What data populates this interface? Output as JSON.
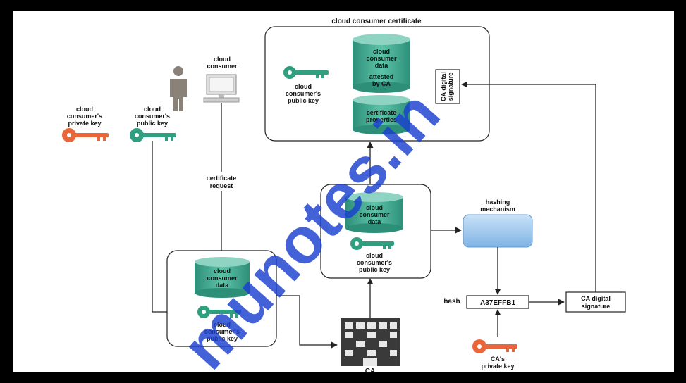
{
  "certificate": {
    "title": "cloud consumer certificate",
    "consumer_data": [
      "cloud",
      "consumer",
      "data"
    ],
    "attested": [
      "attested",
      "by CA"
    ],
    "public_key": [
      "cloud",
      "consumer's",
      "public key"
    ],
    "properties": [
      "certificate",
      "properties"
    ],
    "signature_rotated": [
      "CA digital",
      "signature"
    ]
  },
  "left": {
    "private_key": [
      "cloud",
      "consumer's",
      "private key"
    ],
    "public_key": [
      "cloud",
      "consumer's",
      "public key"
    ],
    "consumer": [
      "cloud",
      "consumer"
    ],
    "request": [
      "certificate",
      "request"
    ]
  },
  "bottom_box": {
    "data": [
      "cloud",
      "consumer",
      "data"
    ],
    "public_key": [
      "cloud",
      "consumer's",
      "public key"
    ]
  },
  "middle_box": {
    "data": [
      "cloud",
      "consumer",
      "data"
    ],
    "public_key": [
      "cloud",
      "consumer's",
      "public key"
    ]
  },
  "hashing": {
    "title": [
      "hashing",
      "mechanism"
    ],
    "hash_label": "hash",
    "hash_value": "A37EFFB1",
    "signature": [
      "CA digital",
      "signature"
    ],
    "ca_private_key": [
      "CA's",
      "private key"
    ]
  },
  "ca_label": "CA",
  "watermark": "munotes.in",
  "colors": {
    "cylinder": "#3fae95",
    "cylinder_top": "#8fd4c2",
    "green_key": "#2f9f7f",
    "red_key": "#e9663a",
    "hashing_fill": "#9cc6ee",
    "watermark": "#1a3fd0"
  }
}
